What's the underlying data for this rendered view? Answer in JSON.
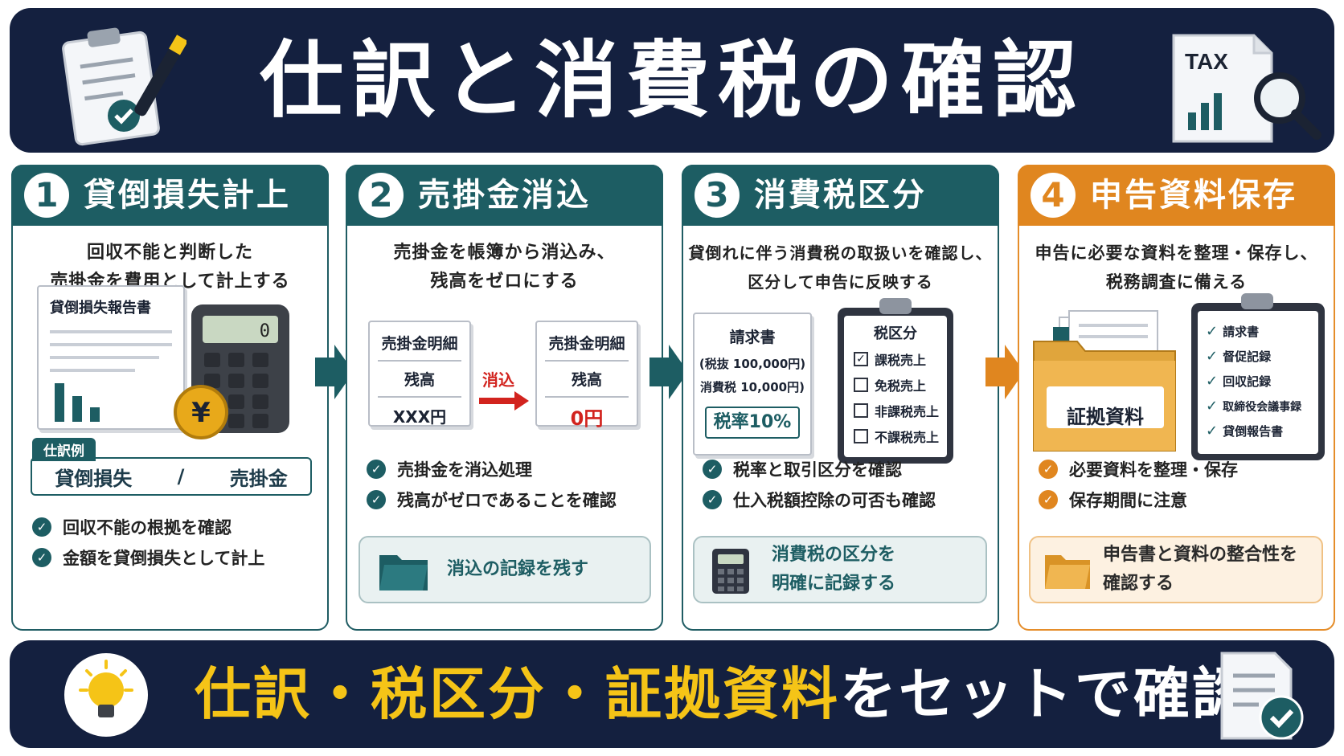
{
  "header": {
    "title": "仕訳と消費税の確認",
    "tax_label": "TAX"
  },
  "cards": [
    {
      "num": "1",
      "title": "貸倒損失計上",
      "desc": [
        "回収不能と判断した",
        "売掛金を費用として計上する"
      ],
      "report_title": "貸倒損失報告書",
      "calc_display": "0",
      "yen": "¥",
      "example_label": "仕訳例",
      "example_debit": "貸倒損失",
      "example_sep": "/",
      "example_credit": "売掛金",
      "checks": [
        "回収不能の根拠を確認",
        "金額を貸倒損失として計上"
      ]
    },
    {
      "num": "2",
      "title": "売掛金消込",
      "desc": [
        "売掛金を帳簿から消込み、",
        "残高をゼロにする"
      ],
      "before": {
        "title": "売掛金明細",
        "label": "残高",
        "value": "XXX円"
      },
      "arrow_label": "消込",
      "after": {
        "title": "売掛金明細",
        "label": "残高",
        "value": "0円"
      },
      "checks": [
        "売掛金を消込処理",
        "残高がゼロであることを確認"
      ],
      "note": "消込の記録を残す"
    },
    {
      "num": "3",
      "title": "消費税区分",
      "desc": [
        "貸倒れに伴う消費税の取扱いを確認し、",
        "区分して申告に反映する"
      ],
      "invoice": {
        "title": "請求書",
        "line1": "(税抜 100,000円)",
        "line2": "消費税 10,000円)",
        "rate": "税率10%"
      },
      "tax_class": {
        "title": "税区分",
        "items": [
          "課税売上",
          "免税売上",
          "非課税売上",
          "不課税売上"
        ]
      },
      "checks": [
        "税率と取引区分を確認",
        "仕入税額控除の可否も確認"
      ],
      "note": [
        "消費税の区分を",
        "明確に記録する"
      ]
    },
    {
      "num": "4",
      "title": "申告資料保存",
      "desc": [
        "申告に必要な資料を整理・保存し、",
        "税務調査に備える"
      ],
      "folder_label": "証拠資料",
      "list": [
        "請求書",
        "督促記録",
        "回収記録",
        "取締役会議事録",
        "貸倒報告書"
      ],
      "checks": [
        "必要資料を整理・保存",
        "保存期間に注意"
      ],
      "note": [
        "申告書と資料の整合性を",
        "確認する"
      ]
    }
  ],
  "footer": {
    "highlight": "仕訳・税区分・証拠資料",
    "rest": "をセットで確認"
  },
  "colors": {
    "navy": "#14203f",
    "teal": "#1d5d63",
    "orange": "#e0861f",
    "yellow": "#f5c417",
    "red": "#d2231e"
  }
}
